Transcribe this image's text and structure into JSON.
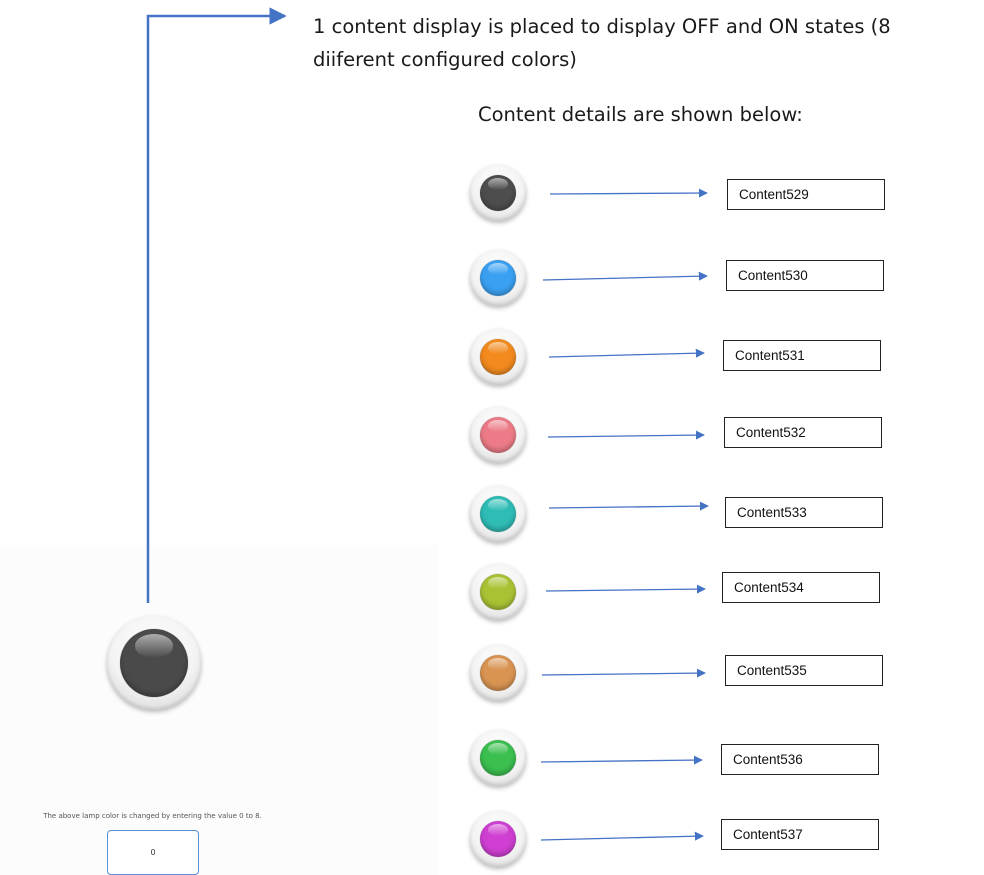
{
  "title": "1 content display is placed to display OFF and ON states (8 diiferent configured colors)",
  "subtitle": "Content details are shown below:",
  "main_lamp": {
    "color": "#4a4a4a"
  },
  "caption": "The above lamp color is changed by entering the value 0 to 8.",
  "value_input": {
    "value": "0"
  },
  "lamps": [
    {
      "label": "Content529",
      "color": "#4d4d4d"
    },
    {
      "label": "Content530",
      "color": "#3aa0f2"
    },
    {
      "label": "Content531",
      "color": "#f28a1e"
    },
    {
      "label": "Content532",
      "color": "#ec7b87"
    },
    {
      "label": "Content533",
      "color": "#2fbcb5"
    },
    {
      "label": "Content534",
      "color": "#a9c234"
    },
    {
      "label": "Content535",
      "color": "#d99452"
    },
    {
      "label": "Content536",
      "color": "#3bbf4f"
    },
    {
      "label": "Content537",
      "color": "#cf3fd2"
    }
  ]
}
